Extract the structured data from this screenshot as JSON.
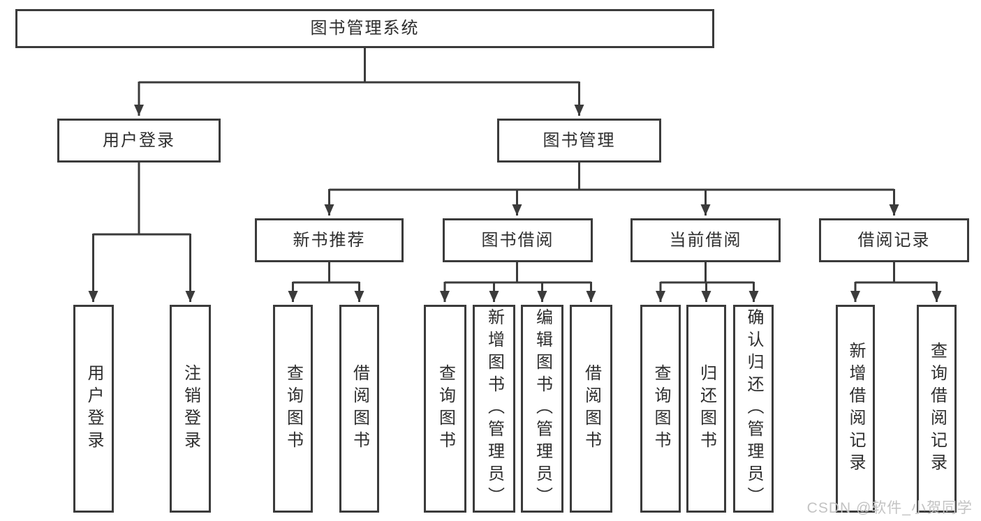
{
  "diagram": {
    "watermark": "CSDN @软件_小贺同学",
    "colors": {
      "line": "#3b3b3b",
      "text": "#2e2e2e",
      "background": "#ffffff",
      "watermark": "#c3c3c3"
    },
    "tree": {
      "label": "图书管理系统",
      "children": [
        {
          "label": "用户登录",
          "children": [
            {
              "label": "用户登录"
            },
            {
              "label": "注销登录"
            }
          ]
        },
        {
          "label": "图书管理",
          "children": [
            {
              "label": "新书推荐",
              "children": [
                {
                  "label": "查询图书"
                },
                {
                  "label": "借阅图书"
                }
              ]
            },
            {
              "label": "图书借阅",
              "children": [
                {
                  "label": "查询图书"
                },
                {
                  "label": "新增图书（管理员）"
                },
                {
                  "label": "编辑图书（管理员）"
                },
                {
                  "label": "借阅图书"
                }
              ]
            },
            {
              "label": "当前借阅",
              "children": [
                {
                  "label": "查询图书"
                },
                {
                  "label": "归还图书"
                },
                {
                  "label": "确认归还（管理员）"
                }
              ]
            },
            {
              "label": "借阅记录",
              "children": [
                {
                  "label": "新增借阅记录"
                },
                {
                  "label": "查询借阅记录"
                }
              ]
            }
          ]
        }
      ]
    }
  }
}
